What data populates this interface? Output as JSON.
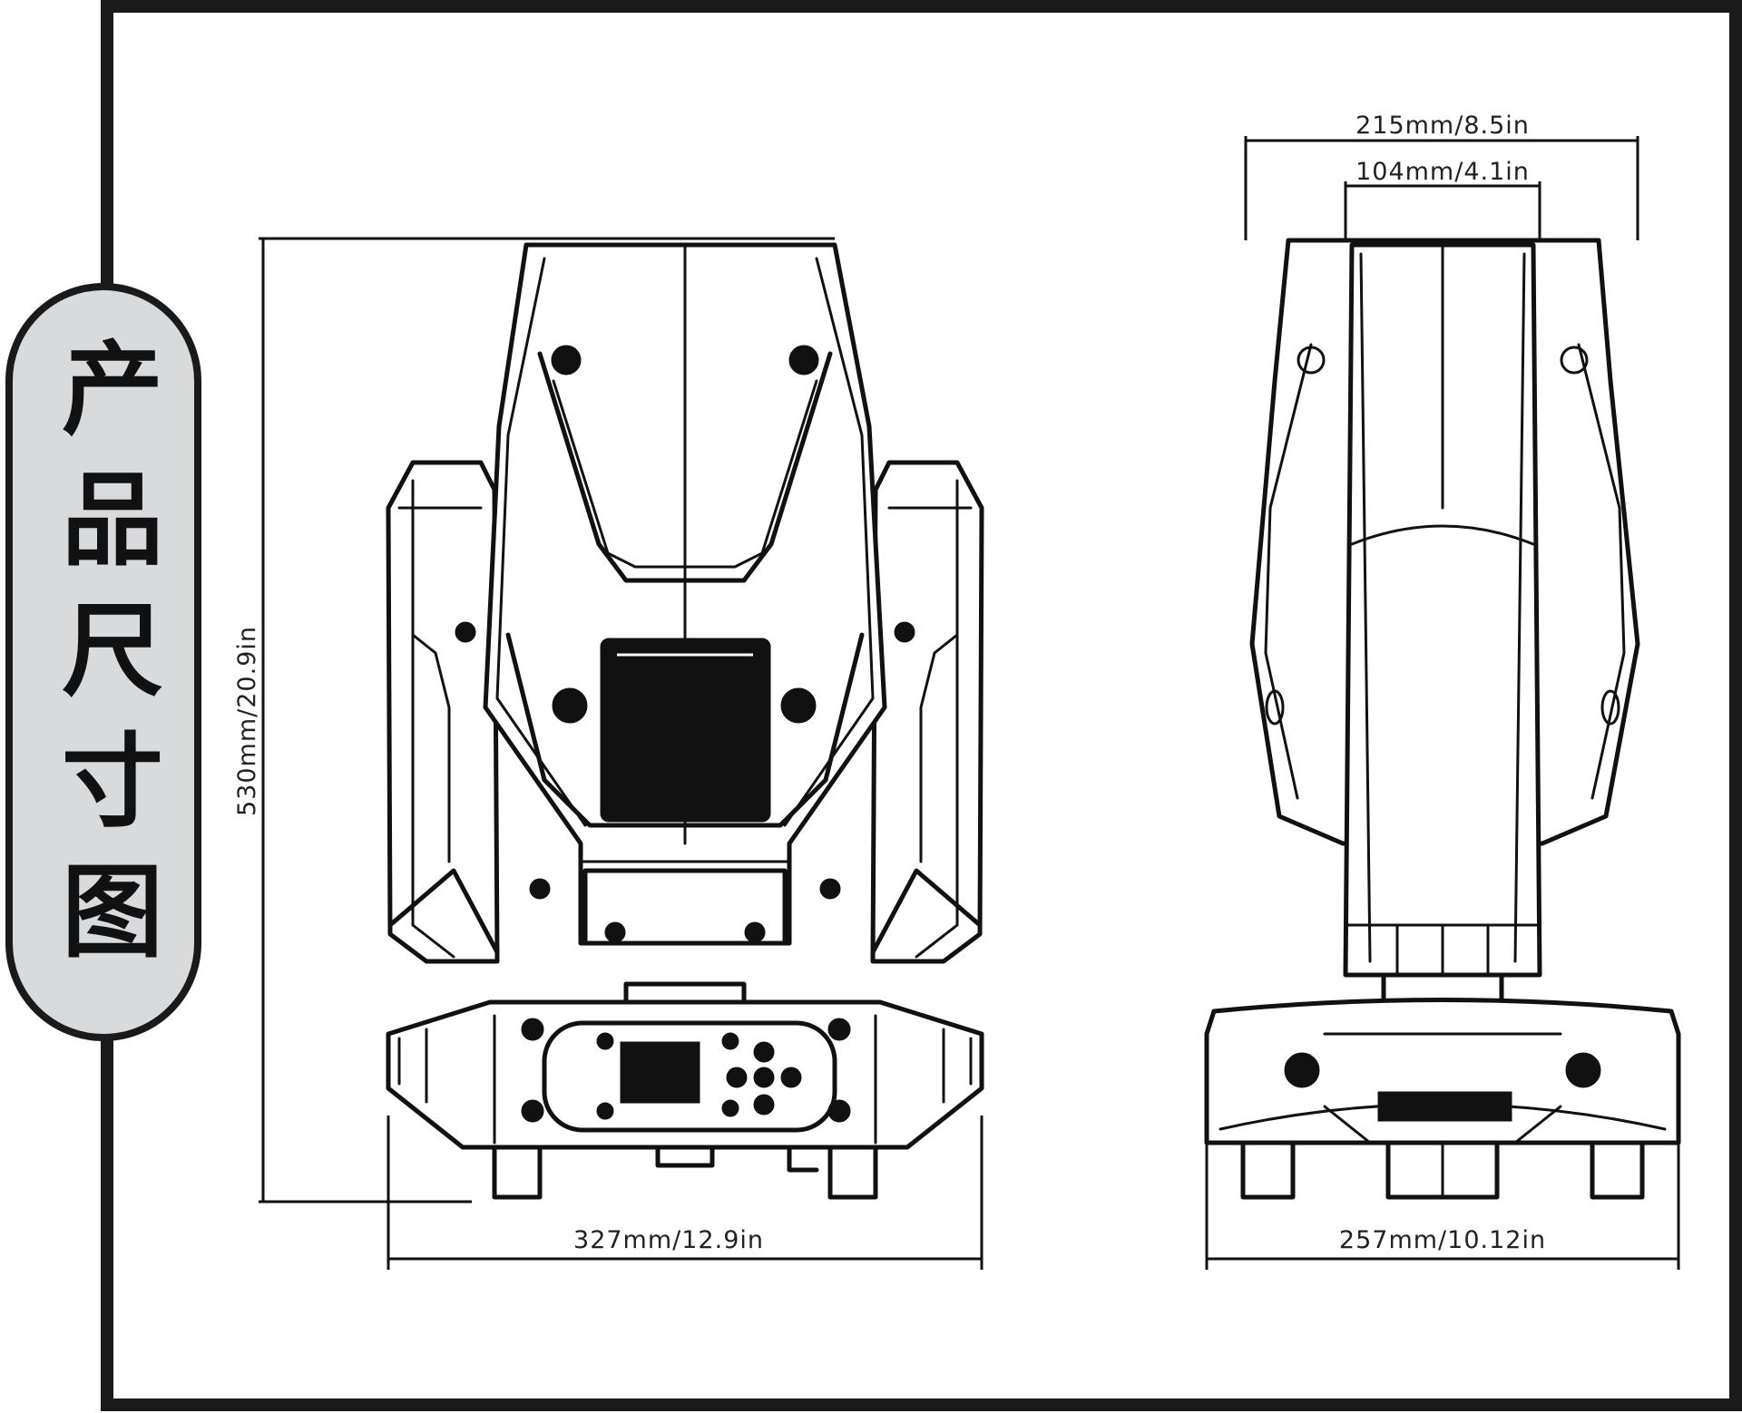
{
  "title": "产品尺寸图",
  "dimensions": {
    "front_height": "530mm/20.9in",
    "front_width": "327mm/12.9in",
    "side_top_outer": "215mm/8.5in",
    "side_top_inner": "104mm/4.1in",
    "side_base_width": "257mm/10.12in"
  }
}
